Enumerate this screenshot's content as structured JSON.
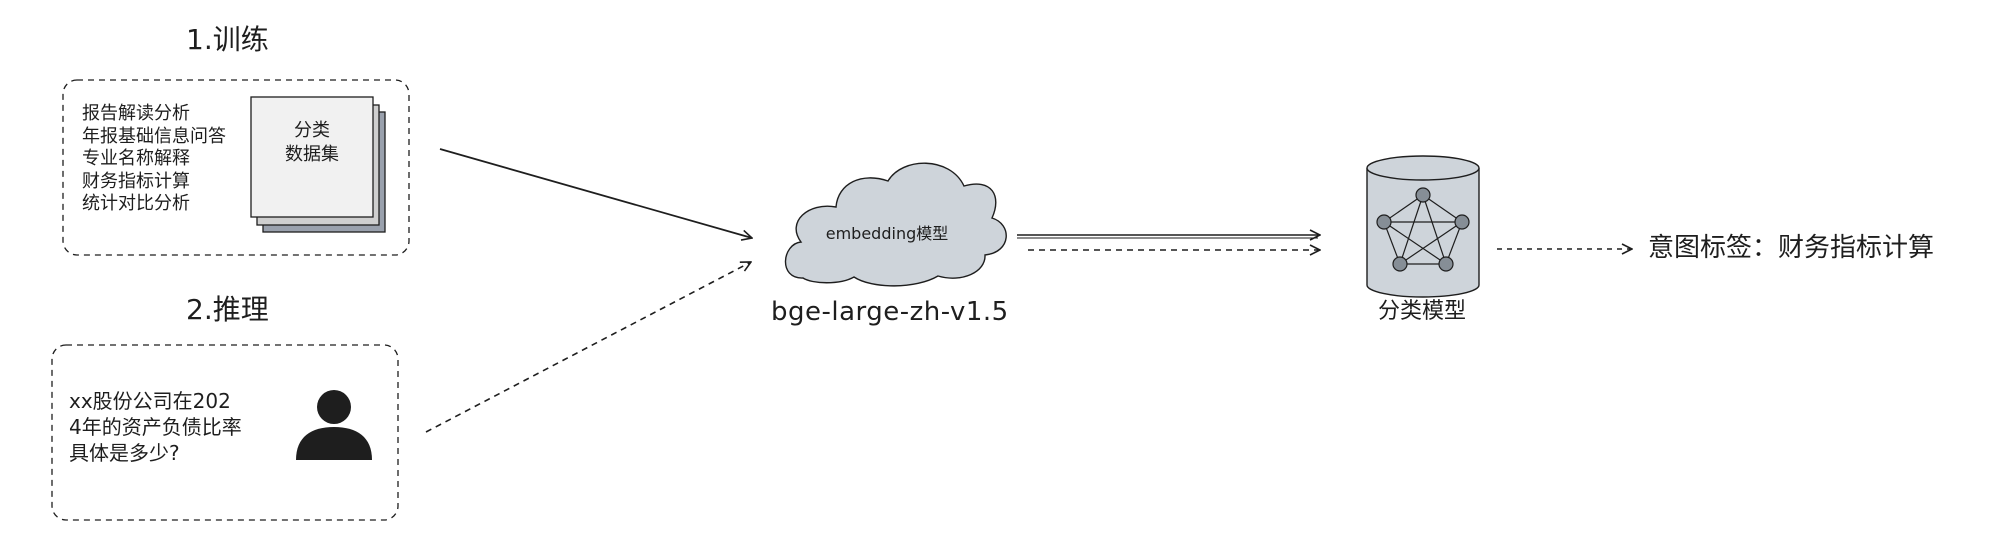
{
  "training": {
    "title": "1.训练",
    "items": [
      "报告解读分析",
      "年报基础信息问答",
      "专业名称解释",
      "财务指标计算",
      "统计对比分析"
    ],
    "dataset_label": "分类\n数据集"
  },
  "inference": {
    "title": "2.推理",
    "query": "xx股份公司在202\n4年的资产负债比率\n具体是多少?"
  },
  "embedding": {
    "label": "embedding模型",
    "model_name": "bge-large-zh-v1.5"
  },
  "classifier": {
    "label": "分类模型"
  },
  "result": {
    "text": "意图标签：财务指标计算"
  },
  "colors": {
    "stroke": "#1e1e1e",
    "paper_front": "#f1f1f1",
    "paper_mid": "#cfcfcf",
    "paper_back": "#9aa1ad",
    "cloud_fill": "#ced4da",
    "cylinder_fill": "#ced4da",
    "node_fill": "#868e96"
  }
}
